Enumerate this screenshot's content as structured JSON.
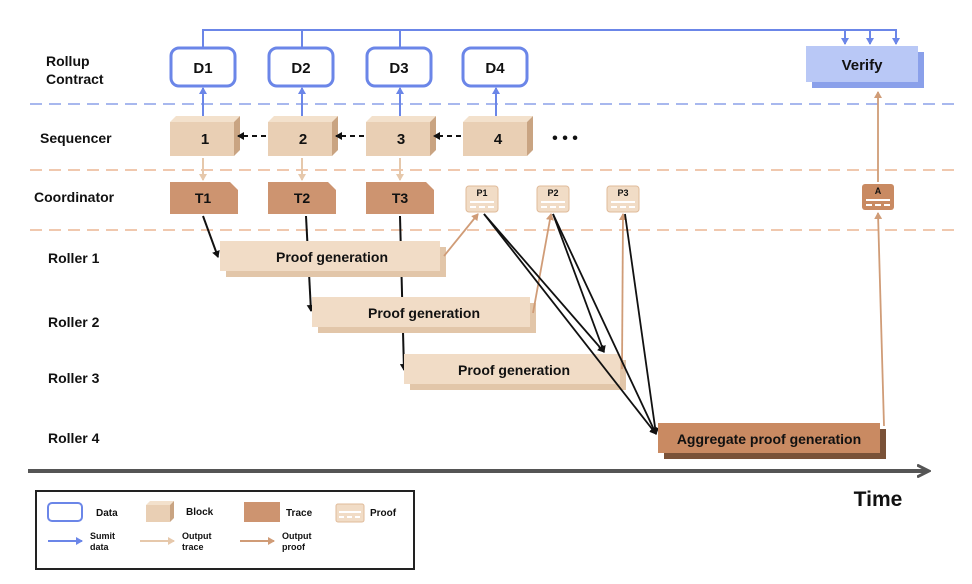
{
  "row_labels": {
    "rollup_line1": "Rollup",
    "rollup_line2": "Contract",
    "sequencer": "Sequencer",
    "coordinator": "Coordinator",
    "roller1": "Roller 1",
    "roller2": "Roller 2",
    "roller3": "Roller 3",
    "roller4": "Roller 4"
  },
  "data_boxes": [
    "D1",
    "D2",
    "D3",
    "D4"
  ],
  "verify_label": "Verify",
  "blocks": [
    "1",
    "2",
    "3",
    "4"
  ],
  "ellipsis": "• • •",
  "traces": [
    "T1",
    "T2",
    "T3"
  ],
  "proofs": [
    "P1",
    "P2",
    "P3"
  ],
  "aggregate_proof": "A",
  "proof_bars": [
    "Proof generation",
    "Proof generation",
    "Proof generation"
  ],
  "aggregate_bar": "Aggregate proof generation",
  "time_label": "Time",
  "legend": {
    "data": "Data",
    "block": "Block",
    "trace": "Trace",
    "proof": "Proof",
    "submit_line1": "Sumit",
    "submit_line2": "data",
    "output_trace_line1": "Output",
    "output_trace_line2": "trace",
    "output_proof_line1": "Output",
    "output_proof_line2": "proof"
  },
  "colors": {
    "data_blue": "#6b86e8",
    "verify_fill": "#b9c8f6",
    "block_front": "#e9cfb4",
    "block_side": "#c9a482",
    "trace_fill": "#cd9470",
    "proof_bar": "#f1dcc6",
    "aggregate_bar": "#c98a62",
    "light_arrow": "#e6c8ab",
    "dark_arrow": "#d09c77",
    "divider": "#f0c8ae",
    "divider_blue": "#a8b8ee"
  }
}
